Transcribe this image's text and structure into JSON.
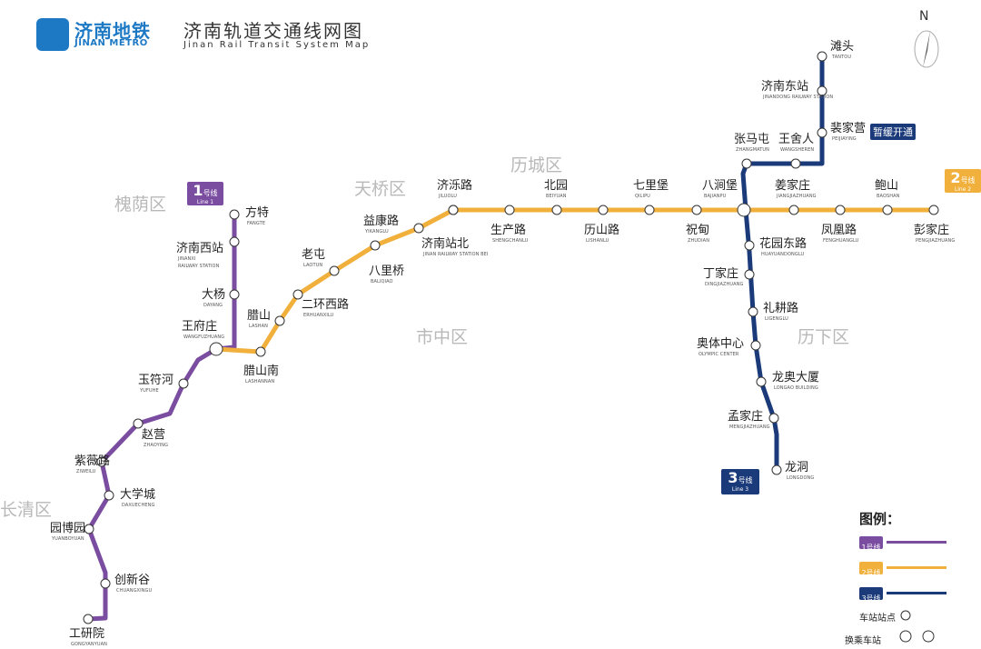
{
  "header": {
    "brand": "济南地铁",
    "brand_en": "JINAN METRO",
    "title": "济南轨道交通线网图",
    "title_en": "Jinan Rail Transit System Map",
    "north": "N"
  },
  "colors": {
    "line1": "#7b4da1",
    "line2": "#f0b03b",
    "line3": "#1b3a7a",
    "district": "#b9b9b9"
  },
  "districts": [
    "槐荫区",
    "天桥区",
    "历城区",
    "市中区",
    "历下区",
    "长清区"
  ],
  "lines": [
    {
      "id": "line1",
      "number": "1",
      "hao": "号线",
      "name_en": "Line 1",
      "color": "#7b4da1"
    },
    {
      "id": "line2",
      "number": "2",
      "hao": "号线",
      "name_en": "Line 2",
      "color": "#f0b03b"
    },
    {
      "id": "line3",
      "number": "3",
      "hao": "号线",
      "name_en": "Line 3",
      "color": "#1b3a7a"
    }
  ],
  "stations": [
    {
      "zh": "方特",
      "en": "FANGTE"
    },
    {
      "zh": "济南西站",
      "en": "JINANXI"
    },
    {
      "zh": "大杨",
      "en": "DAYANG"
    },
    {
      "zh": "王府庄",
      "en": "WANGFUZHUANG"
    },
    {
      "zh": "玉符河",
      "en": "YUFUHE"
    },
    {
      "zh": "赵营",
      "en": "ZHAOYING"
    },
    {
      "zh": "紫薇路",
      "en": "ZIWEILU"
    },
    {
      "zh": "大学城",
      "en": "DAXUECHENG"
    },
    {
      "zh": "园博园",
      "en": "YUANBOYUAN"
    },
    {
      "zh": "创新谷",
      "en": "CHUANGXINGU"
    },
    {
      "zh": "工研院",
      "en": "GONGYANYUAN"
    },
    {
      "zh": "腊山南",
      "en": "LASHANNAN"
    },
    {
      "zh": "腊山",
      "en": "LASHAN"
    },
    {
      "zh": "二环西路",
      "en": "ERHUANXILU"
    },
    {
      "zh": "老屯",
      "en": "LAOTUN"
    },
    {
      "zh": "八里桥",
      "en": "BALIQIAO"
    },
    {
      "zh": "益康路",
      "en": "YIKANGLU"
    },
    {
      "zh": "济南站北",
      "en": "JINAN RAILWAY STATION BEI"
    },
    {
      "zh": "济泺路",
      "en": "JILUOLU"
    },
    {
      "zh": "生产路",
      "en": "SHENGCHANLU"
    },
    {
      "zh": "北园",
      "en": "BEIYUAN"
    },
    {
      "zh": "历山路",
      "en": "LISHANLU"
    },
    {
      "zh": "七里堡",
      "en": "QILIPU"
    },
    {
      "zh": "祝甸",
      "en": "ZHUDIAN"
    },
    {
      "zh": "八涧堡",
      "en": "BAJIANPU"
    },
    {
      "zh": "姜家庄",
      "en": "JIANGJIAZHUANG"
    },
    {
      "zh": "凤凰路",
      "en": "FENGHUANGLU"
    },
    {
      "zh": "鲍山",
      "en": "BAOSHAN"
    },
    {
      "zh": "彭家庄",
      "en": "PENGJIAZHUANG"
    },
    {
      "zh": "滩头",
      "en": "TANTOU"
    },
    {
      "zh": "济南东站",
      "en": "JINANDONG RAILWAY STATION"
    },
    {
      "zh": "裴家营",
      "en": "PEIJIAYING"
    },
    {
      "zh": "张马屯",
      "en": "ZHANGMATUN"
    },
    {
      "zh": "王舍人",
      "en": "WANGSHEREN"
    },
    {
      "zh": "花园东路",
      "en": "HUAYUANDONGLU"
    },
    {
      "zh": "丁家庄",
      "en": "DINGJIAZHUANG"
    },
    {
      "zh": "礼耕路",
      "en": "LIGENGLU"
    },
    {
      "zh": "奥体中心",
      "en": "OLYMPIC CENTER"
    },
    {
      "zh": "龙奥大厦",
      "en": "LONGAO BUILDING"
    },
    {
      "zh": "孟家庄",
      "en": "MENGJIAZHUANG"
    },
    {
      "zh": "龙洞",
      "en": "LONGDONG"
    }
  ],
  "extra_labels": {
    "jinanxi_sub": "RAILWAY STATION"
  },
  "notice": "暂缓开通",
  "legend": {
    "title": "图例：",
    "station": "车站站点",
    "transfer": "换乘车站"
  }
}
